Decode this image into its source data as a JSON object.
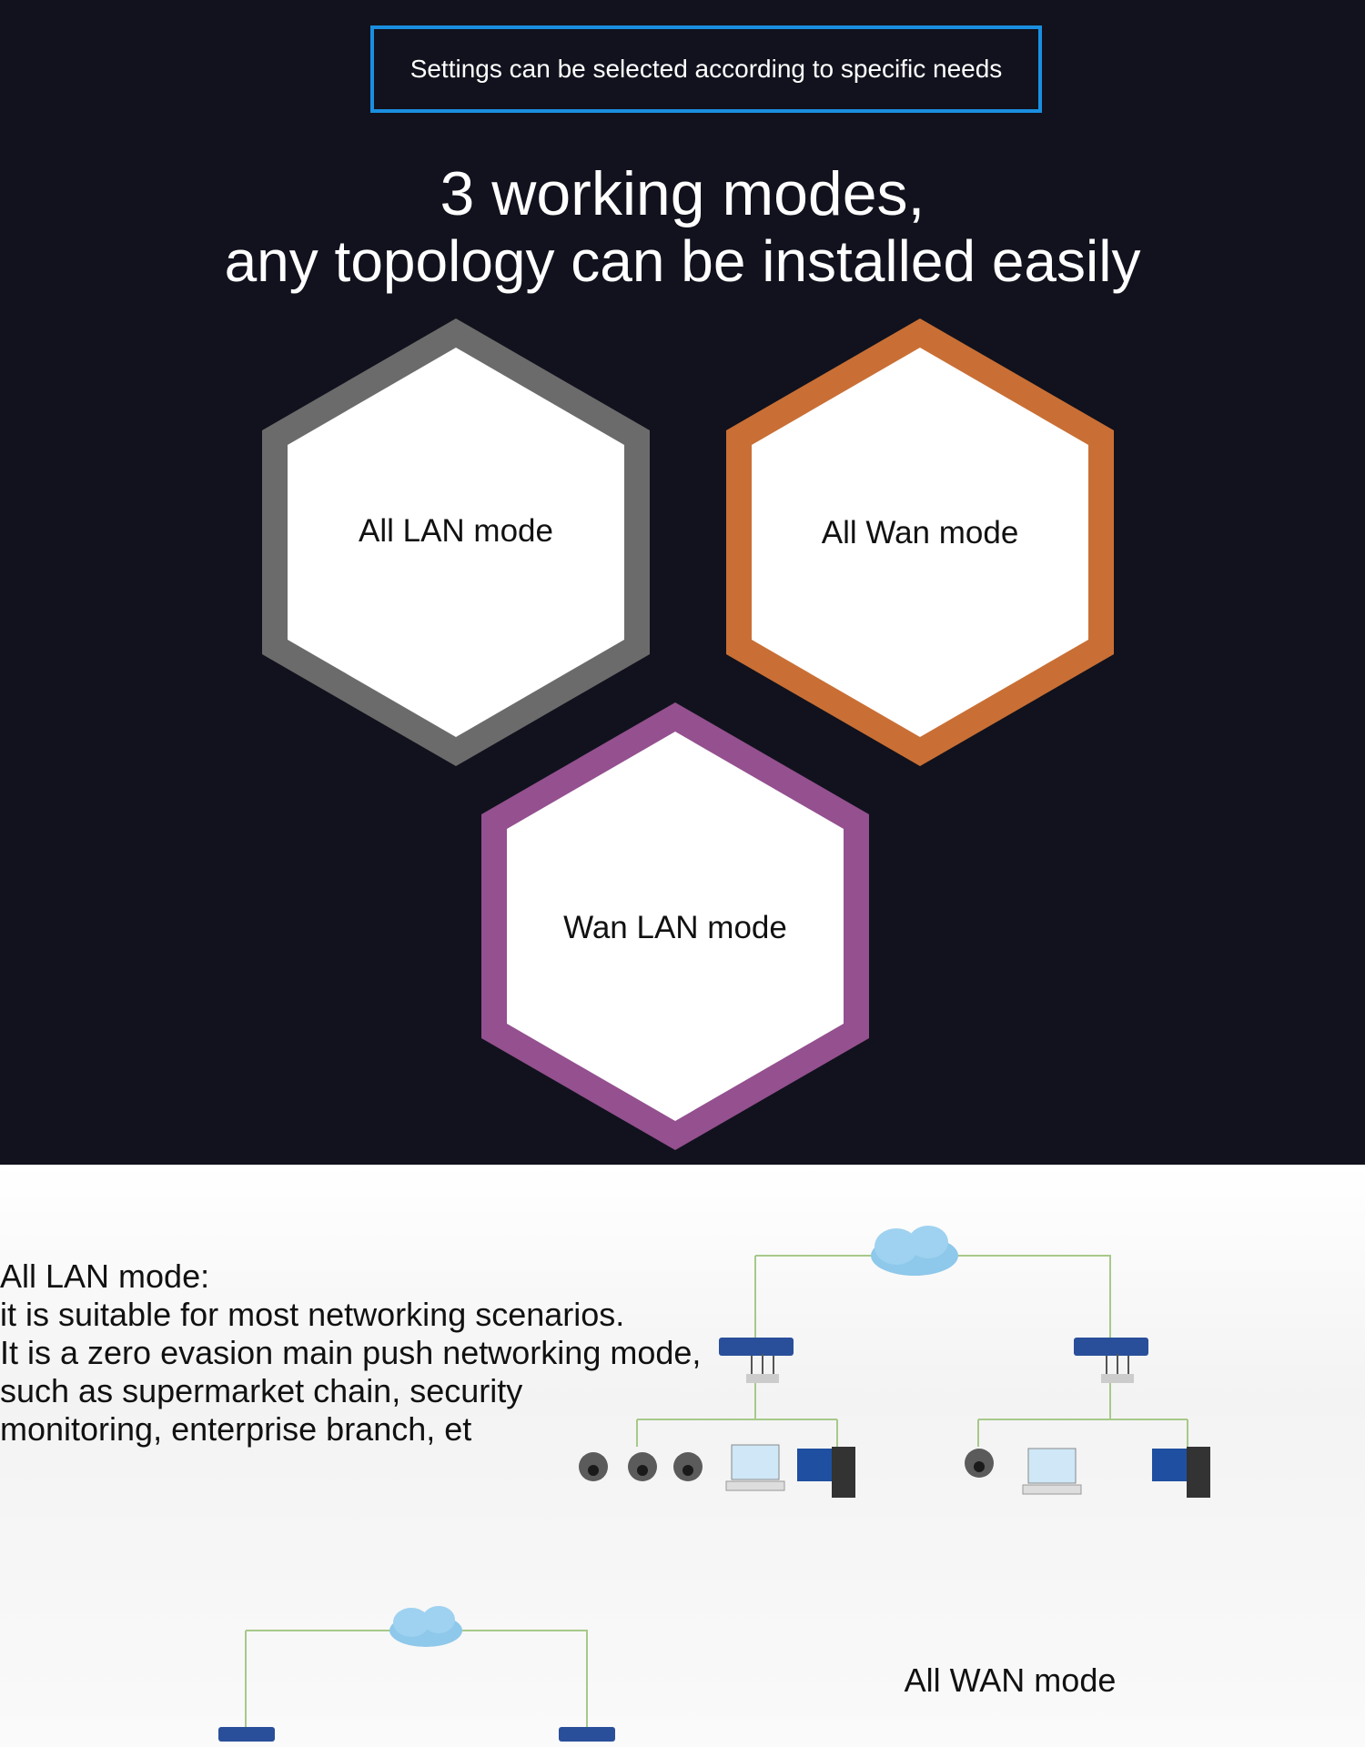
{
  "settings_banner": "Settings can be selected according to specific needs",
  "headline": {
    "line1": "3 working modes,",
    "line2": "any topology can be installed easily"
  },
  "modes": [
    {
      "label": "All LAN mode",
      "color": "#6b6b6b"
    },
    {
      "label": "All Wan mode",
      "color": "#c96f35"
    },
    {
      "label": "Wan LAN mode",
      "color": "#94508f"
    }
  ],
  "lan_description": {
    "lines": [
      "All LAN mode:",
      "it is suitable for most networking scenarios.",
      "It is a zero evasion main push networking mode,",
      "such as supermarket chain, security",
      "monitoring, enterprise branch, et"
    ]
  },
  "wan_mode_label": "All WAN mode",
  "icons": [
    "cloud-icon",
    "router-icon",
    "camera-icon",
    "laptop-icon",
    "desktop-icon"
  ],
  "colors": {
    "accent_blue": "#1a8fe0",
    "dark_bg": "#11121d",
    "line_green": "#a7c98a"
  }
}
